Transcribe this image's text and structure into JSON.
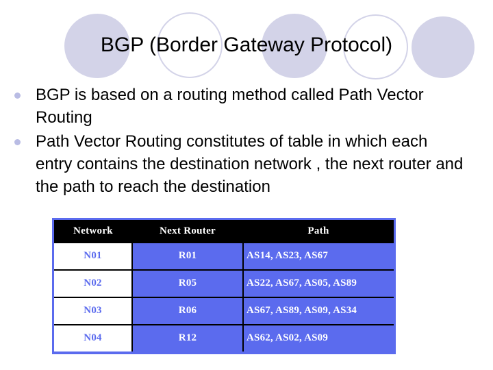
{
  "slide": {
    "title": "BGP (Border Gateway Protocol)",
    "background_color": "#ffffff"
  },
  "decor": {
    "circle_fill_color": "#d3d3e8",
    "circle_outline_color": "#d3d3e8",
    "circles": [
      {
        "name": "decor-circle-1",
        "style": "filled"
      },
      {
        "name": "decor-circle-2",
        "style": "outline"
      },
      {
        "name": "decor-circle-3",
        "style": "filled"
      },
      {
        "name": "decor-circle-4",
        "style": "outline"
      },
      {
        "name": "decor-circle-5",
        "style": "filled"
      }
    ]
  },
  "bullets": {
    "marker_color": "#b9bce4",
    "items": [
      {
        "text": "BGP is based on a routing method called Path Vector Routing"
      },
      {
        "text": "Path Vector Routing constitutes of table in which each entry contains the destination network , the next router and the path to reach the destination"
      }
    ]
  },
  "table": {
    "accent_color": "#5b6bee",
    "header_background": "#000000",
    "header_text_color": "#ffffff",
    "headers": [
      "Network",
      "Next Router",
      "Path"
    ],
    "rows": [
      {
        "network": "N01",
        "next_router": "R01",
        "path": "AS14, AS23, AS67"
      },
      {
        "network": "N02",
        "next_router": "R05",
        "path": "AS22, AS67, AS05, AS89"
      },
      {
        "network": "N03",
        "next_router": "R06",
        "path": "AS67, AS89, AS09, AS34"
      },
      {
        "network": "N04",
        "next_router": "R12",
        "path": "AS62, AS02, AS09"
      }
    ]
  }
}
